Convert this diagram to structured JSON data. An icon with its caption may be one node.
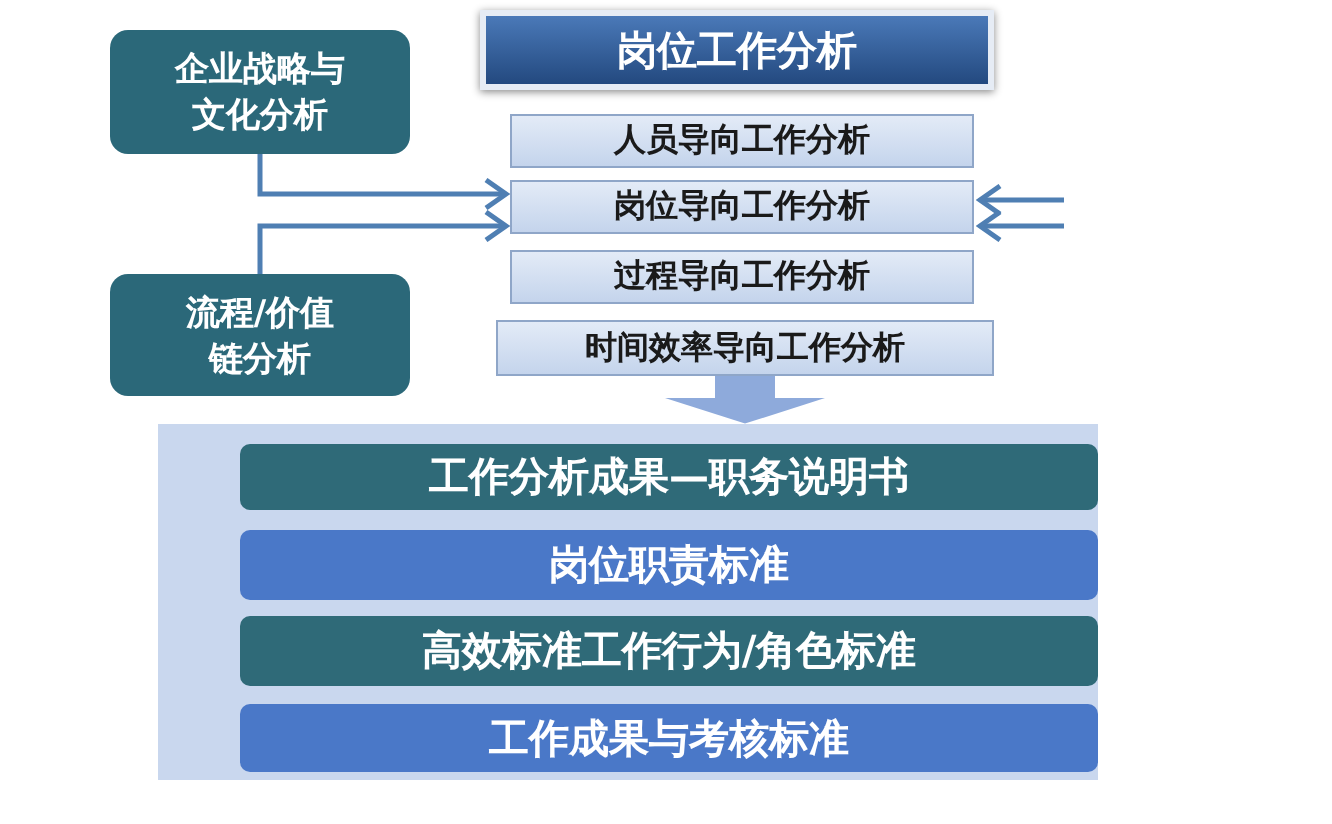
{
  "diagram": {
    "nodes": [
      {
        "text": [
          "岗位工作分析"
        ]
      },
      {
        "text": [
          "人员导向工作分析"
        ]
      },
      {
        "text": [
          "岗位导向工作分析"
        ]
      },
      {
        "text": [
          "过程导向工作分析"
        ]
      },
      {
        "text": [
          "时间效率导向工作分析"
        ]
      },
      {
        "text": [
          "企业战略与文化分析"
        ]
      },
      {
        "text": [
          "流程/价值链分析"
        ]
      },
      {
        "text": [],
        "shape": "box"
      },
      {
        "text": [
          "工作分析成果—职务说明书"
        ],
        "in": 7
      },
      {
        "text": [
          "岗位职责标准"
        ],
        "in": 7
      },
      {
        "text": [
          "高效标准工作行为/角色标准"
        ],
        "in": 7
      },
      {
        "text": [
          "工作成果与考核标准"
        ],
        "in": 7
      }
    ],
    "edges": [
      {
        "from": 5,
        "to": 2,
        "arrow": "to"
      },
      {
        "from": 6,
        "to": 2,
        "arrow": "to"
      },
      {
        "from": null,
        "to": 2,
        "arrow": "to"
      },
      {
        "from": null,
        "to": 2,
        "arrow": "to"
      },
      {
        "from": 4,
        "to": 7,
        "arrow": "to",
        "style": "thick",
        "color": "#8eaadb"
      }
    ]
  }
}
